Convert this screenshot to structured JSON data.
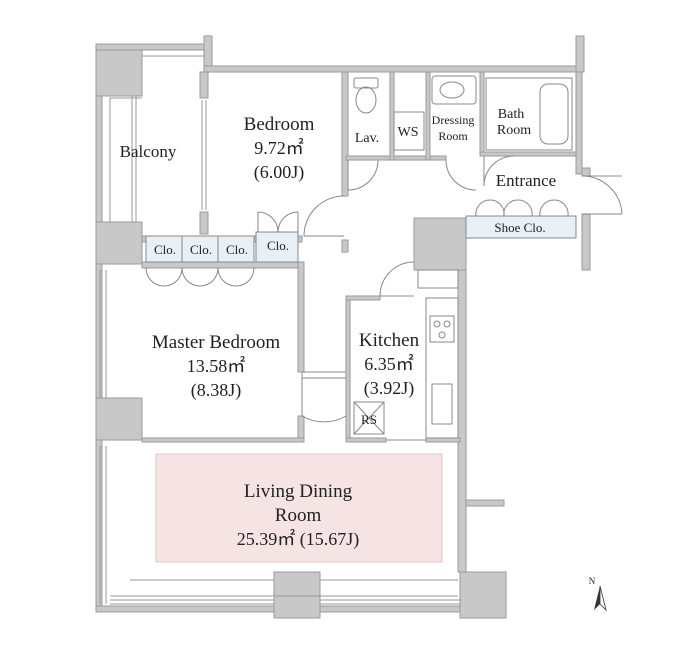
{
  "rooms": {
    "balcony": {
      "name": "Balcony"
    },
    "bedroom": {
      "name": "Bedroom",
      "area": "9.72㎡",
      "jo": "(6.00J)"
    },
    "master_bedroom": {
      "name": "Master Bedroom",
      "area": "13.58㎡",
      "jo": "(8.38J)"
    },
    "kitchen": {
      "name": "Kitchen",
      "area": "6.35㎡",
      "jo": "(3.92J)"
    },
    "living": {
      "name_line1": "Living Dining",
      "name_line2": "Room",
      "area": "25.39㎡  (15.67J)"
    },
    "lav": {
      "name": "Lav."
    },
    "ws": {
      "name": "WS"
    },
    "dressing": {
      "line1": "Dressing",
      "line2": "Room"
    },
    "bath": {
      "line1": "Bath",
      "line2": "Room"
    },
    "entrance": {
      "name": "Entrance"
    },
    "shoe_closet": {
      "name": "Shoe Clo."
    },
    "closets": [
      "Clo.",
      "Clo.",
      "Clo.",
      "Clo."
    ],
    "rs": {
      "name": "RS"
    }
  },
  "compass": {
    "label": "N"
  },
  "colors": {
    "wall": "#c8c8c8",
    "wall_stroke": "#9a9a9a",
    "living_fill": "#f6e4e4",
    "closet_fill": "#e8f0f6",
    "line": "#777777"
  },
  "icons": [
    "toilet-icon",
    "sink-icon",
    "bathtub-icon",
    "stove-icon",
    "compass-icon"
  ]
}
